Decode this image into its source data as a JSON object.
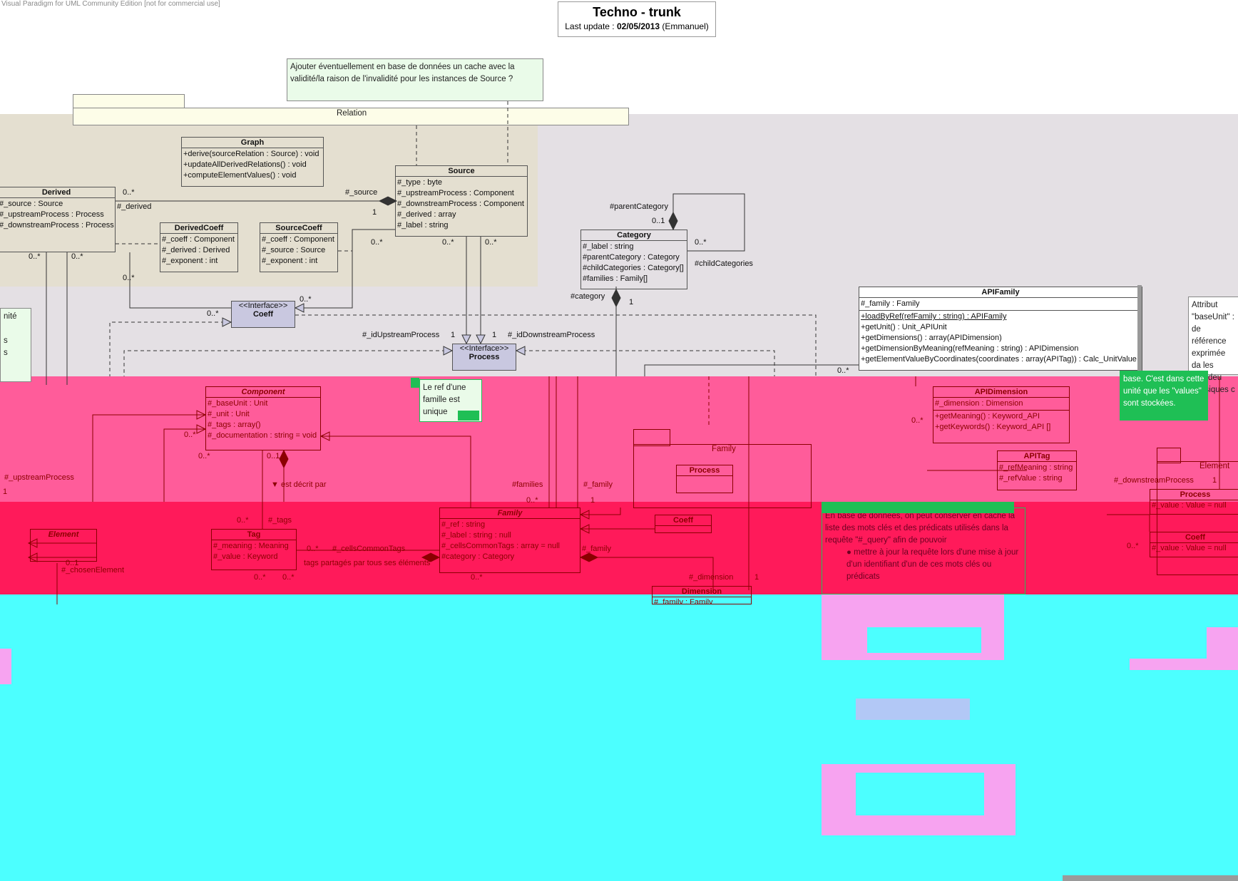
{
  "app": {
    "watermark": "Visual Paradigm for UML Community Edition [not for commercial use]"
  },
  "header": {
    "title": "Techno - trunk",
    "update_prefix": "Last update : ",
    "update_date": "02/05/2013",
    "update_author": " (Emmanuel)"
  },
  "notes": {
    "cache_note": "Ajouter éventuellement en base de données un cache avec la validité/la raison de l'invalidité pour les instances de Source ?",
    "ref_note": "Le ref d'une famille est unique",
    "left_note": "nité\n\ns\ns",
    "baseunit_note": "Attribut \"baseUnit\" : de référence exprimée da les grandeu physiques c",
    "baseunit_note2": "base. C'est dans cette unité que les \"values\" sont stockées.",
    "db_note": "En base de données, on peut conserver en cache la liste des mots clés et des prédicats utilisés dans la requête \"#_query\" afin de pouvoir",
    "db_note_bullet": "mettre à jour la requête lors d'une mise à jour d'un identifiant d'un de ces mots clés ou prédicats"
  },
  "packages": {
    "relation": "Relation",
    "family": "Family",
    "element": "Element"
  },
  "classes": {
    "graph": {
      "name": "Graph",
      "ops": [
        "+derive(sourceRelation : Source) : void",
        "+updateAllDerivedRelations() : void",
        "+computeElementValues() : void"
      ]
    },
    "source": {
      "name": "Source",
      "attrs": [
        "#_type : byte",
        "#_upstreamProcess : Component",
        "#_downstreamProcess : Component",
        "#_derived : array",
        "#_label : string"
      ]
    },
    "derived": {
      "name": "Derived",
      "attrs": [
        "#_source : Source",
        "#_upstreamProcess : Process",
        "#_downstreamProcess : Process"
      ]
    },
    "derivedcoeff": {
      "name": "DerivedCoeff",
      "attrs": [
        "#_coeff : Component",
        "#_derived : Derived",
        "#_exponent : int"
      ]
    },
    "sourcecoeff": {
      "name": "SourceCoeff",
      "attrs": [
        "#_coeff : Component",
        "#_source : Source",
        "#_exponent : int"
      ]
    },
    "category": {
      "name": "Category",
      "attrs": [
        "#_label : string",
        "#parentCategory : Category",
        "#childCategories : Category[]",
        "#families : Family[]"
      ]
    },
    "apifamily": {
      "name": "APIFamily",
      "attrs": [
        "#_family : Family"
      ],
      "ops": [
        "+loadByRef(refFamily : string) : APIFamily",
        "+getUnit() : Unit_APIUnit",
        "+getDimensions() : array(APIDimension)",
        "+getDimensionByMeaning(refMeaning : string) : APIDimension",
        "+getElementValueByCoordinates(coordinates : array(APITag)) : Calc_UnitValue"
      ]
    },
    "component": {
      "name": "Component",
      "attrs": [
        "#_baseUnit : Unit",
        "#_unit : Unit",
        "#_tags : array()",
        "#_documentation : string = void"
      ]
    },
    "apidimension": {
      "name": "APIDimension",
      "attrs": [
        "#_dimension : Dimension"
      ],
      "ops": [
        "+getMeaning() : Keyword_API",
        "+getKeywords() : Keyword_API []"
      ]
    },
    "apitag": {
      "name": "APITag",
      "attrs": [
        "#_refMeaning : string",
        "#_refValue : string"
      ]
    },
    "family": {
      "name": "Family",
      "attrs": [
        "#_ref : string",
        "#_label : string : null",
        "#_cellsCommonTags : array = null",
        "#category : Category"
      ]
    },
    "tag": {
      "name": "Tag",
      "attrs": [
        "#_meaning : Meaning",
        "#_value : Keyword"
      ]
    },
    "element": {
      "name": "Element"
    },
    "process_fam": {
      "name": "Process"
    },
    "coeff_fam": {
      "name": "Coeff"
    },
    "dimension": {
      "name": "Dimension",
      "attrs": [
        "#_family : Family"
      ]
    },
    "process_el": {
      "name": "Process",
      "attrs": [
        "#_value : Value = null"
      ]
    },
    "coeff_el": {
      "name": "Coeff",
      "attrs": [
        "#_value : Value = null"
      ]
    }
  },
  "interfaces": {
    "coeff": {
      "stereo": "<<Interface>>",
      "name": "Coeff"
    },
    "process": {
      "stereo": "<<Interface>>",
      "name": "Process"
    }
  },
  "labels": {
    "parentCategory": "#parentCategory",
    "mult_01": "0..1",
    "childCategories": "#childCategories",
    "mult_0n_cat": "0..*",
    "category_role": "#category",
    "one_cat": "1",
    "source_role": "#_source",
    "derived_role": "#_derived",
    "zn1": "0..*",
    "one1": "1",
    "zn_src_a": "0..*",
    "zn_src_b": "0..*",
    "zn_src_c": "0..*",
    "zn_der_a": "0..*",
    "zn_der_b": "0..*",
    "zn_der_c": "0..*",
    "zn_coeff_a": "0..*",
    "zn_coeff_b": "0..*",
    "idUpstream": "#_idUpstreamProcess",
    "idDownstream": "#_idDownstreamProcess",
    "one_up": "1",
    "one_down": "1",
    "upstreamProcess": "#_upstreamProcess",
    "one_up2": "1",
    "zn_comp_a": "0..*",
    "zn_comp_b": "0..*",
    "zn_comp_c": "0..1",
    "decrit": "est décrit par",
    "families": "#families",
    "family_role": "#_family",
    "zn_fam": "0..*",
    "one_fam": "1",
    "tags_role": "#_tags",
    "zn_tags": "0..*",
    "cellsCommonTags": "#_cellsCommonTags",
    "tags_partages": "tags partagés par tous ses éléments",
    "zn_cct": "0..*",
    "family_role2": "#_family",
    "chosenElement": "#_chosenElement",
    "zn_ch": "0..1",
    "zn_tag_a": "0..*",
    "zn_tag_b": "0..*",
    "zn_fam2": "0..*",
    "dimension_role": "#_dimension",
    "one_dim": "1",
    "downstreamProcess": "#_downstreamProcess",
    "one_ds": "1",
    "zn_api": "0..*",
    "zn_el": "0..*",
    "zn_af": "0..*"
  }
}
